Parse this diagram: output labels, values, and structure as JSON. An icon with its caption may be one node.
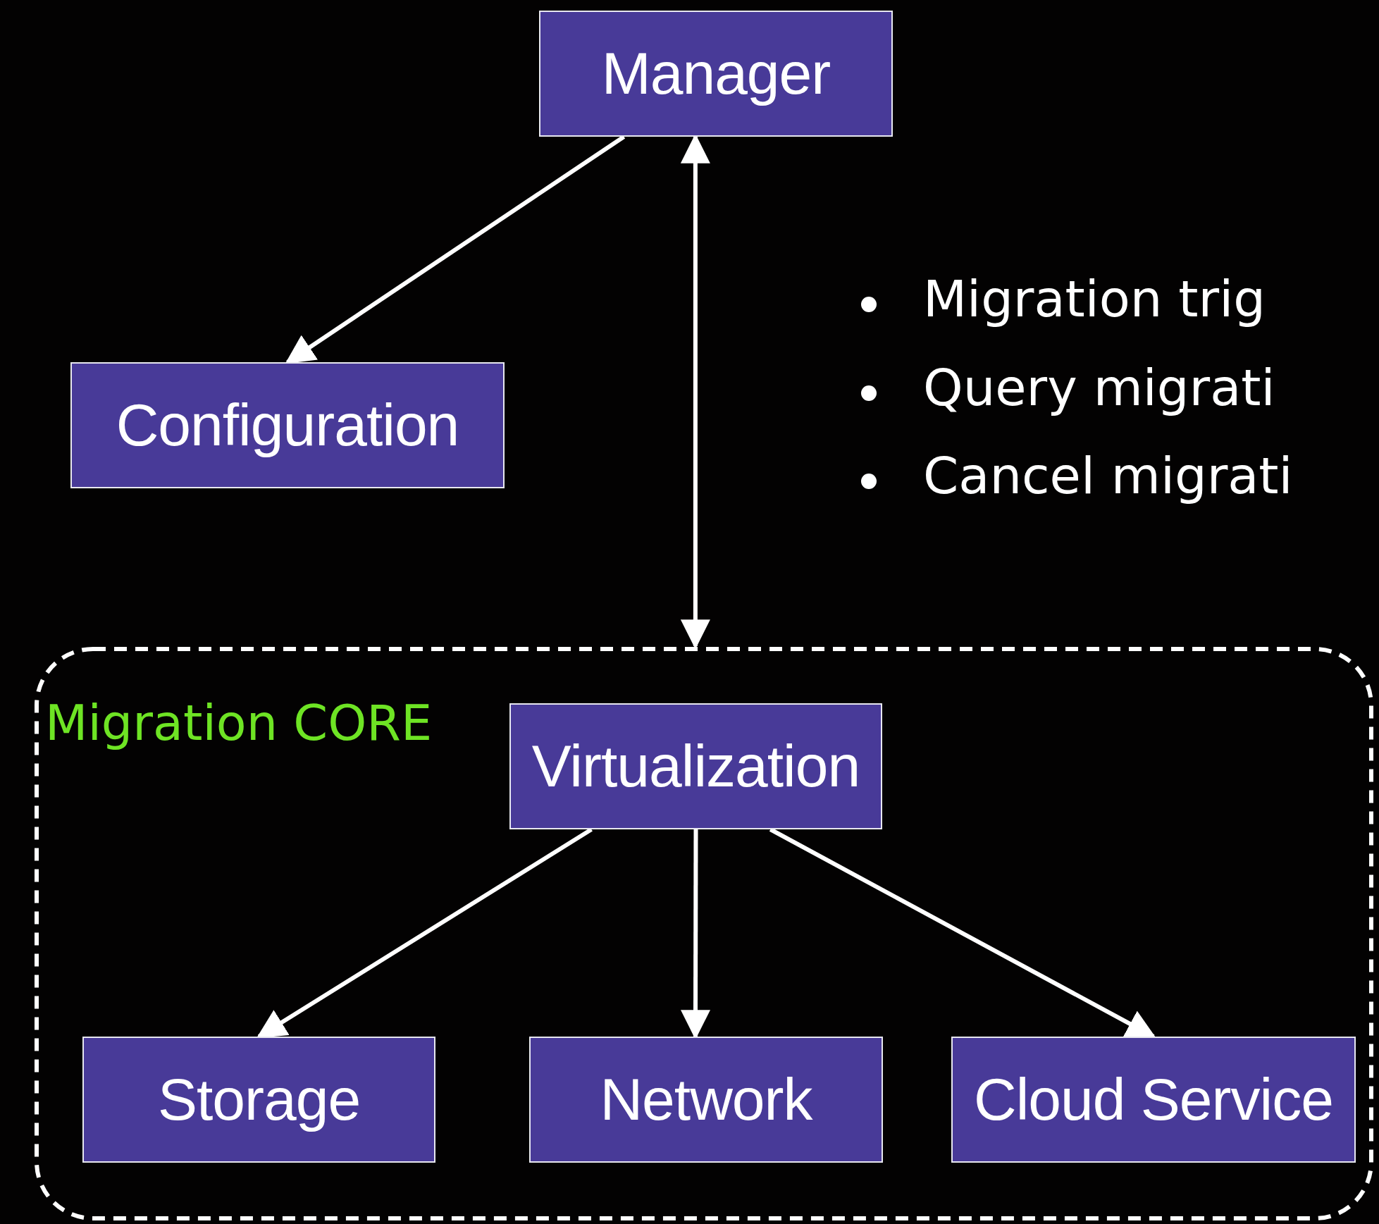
{
  "diagram": {
    "nodes": [
      {
        "text": [
          "Manager"
        ]
      },
      {
        "text": [
          "Configuration"
        ]
      },
      {
        "text": [
          "Migration CORE"
        ]
      },
      {
        "text": [
          "Virtualization"
        ],
        "in": 2
      },
      {
        "text": [
          "Storage"
        ],
        "in": 2
      },
      {
        "text": [
          "Network"
        ],
        "in": 2
      },
      {
        "text": [
          "Cloud Service"
        ],
        "in": 2
      }
    ],
    "edges": [
      {
        "from": 0,
        "to": 1,
        "arrow": "to"
      },
      {
        "from": 0,
        "to": 2,
        "arrow": "both"
      },
      {
        "from": 3,
        "to": 4,
        "arrow": "to"
      },
      {
        "from": 3,
        "to": 5,
        "arrow": "to"
      },
      {
        "from": 3,
        "to": 6,
        "arrow": "to"
      }
    ],
    "labels": [
      "Migration trig",
      "Query migrati",
      "Cancel migrati"
    ]
  }
}
